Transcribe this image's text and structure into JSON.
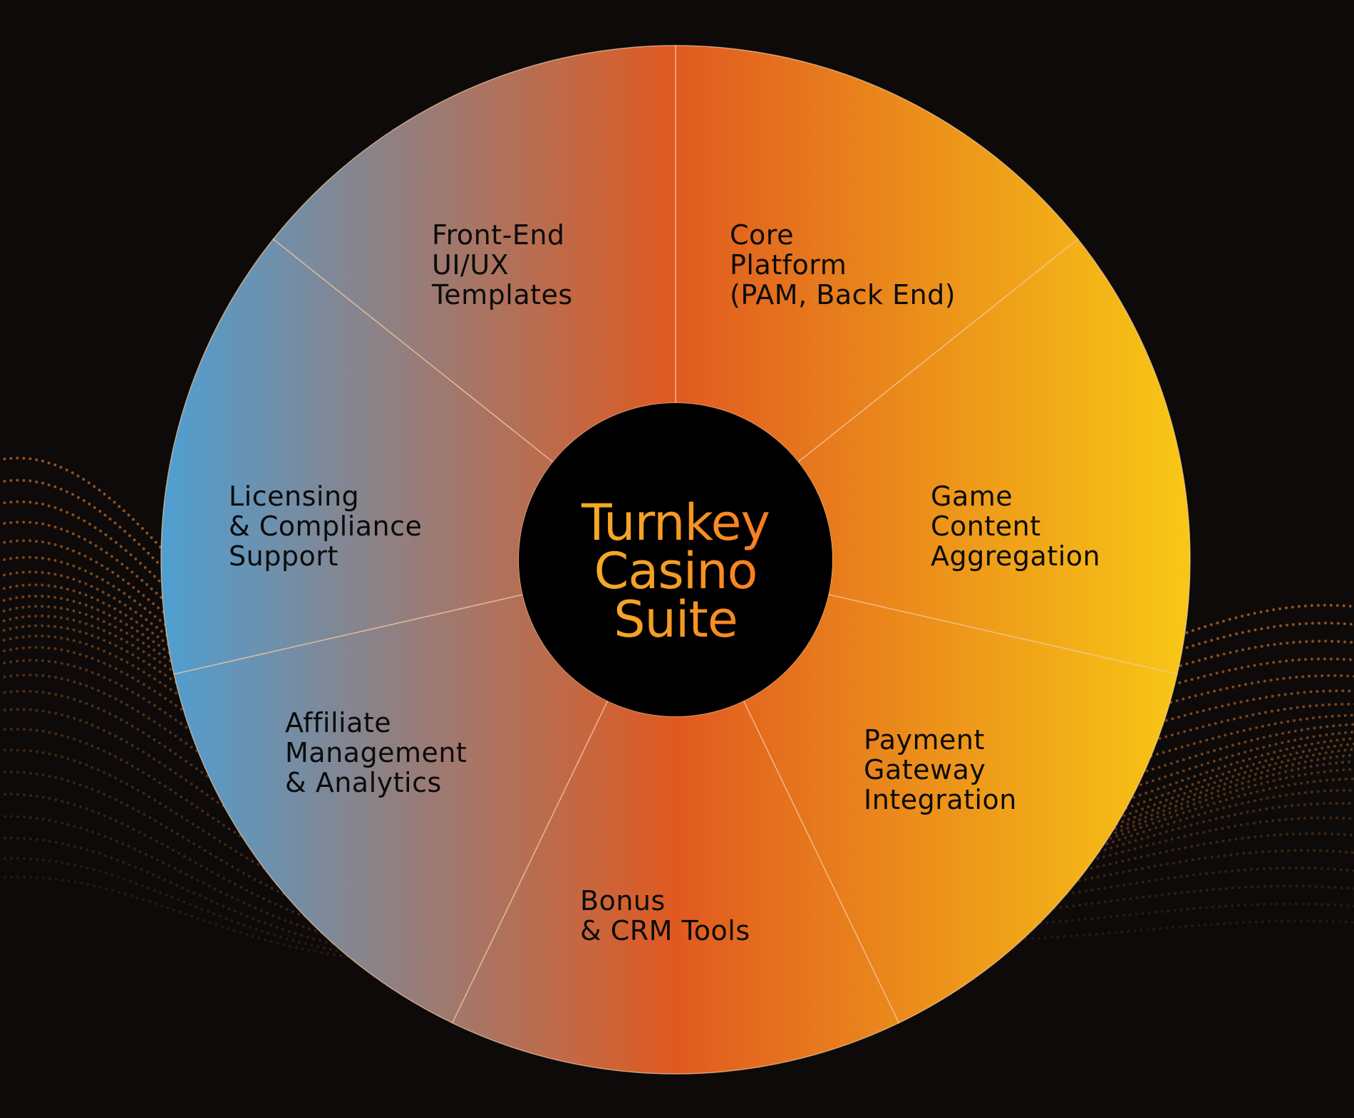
{
  "center": {
    "lines": [
      "Turnkey",
      "Casino",
      "Suite"
    ]
  },
  "segments": [
    {
      "id": "core-platform",
      "lines": [
        "Core",
        "Platform",
        "(PAM, Back End)"
      ]
    },
    {
      "id": "game-content",
      "lines": [
        "Game",
        "Content",
        "Aggregation"
      ]
    },
    {
      "id": "payment-gateway",
      "lines": [
        "Payment",
        "Gateway",
        "Integration"
      ]
    },
    {
      "id": "bonus-crm",
      "lines": [
        "Bonus",
        "& CRM Tools"
      ]
    },
    {
      "id": "affiliate-management",
      "lines": [
        "Affiliate",
        "Management",
        "& Analytics"
      ]
    },
    {
      "id": "licensing-compliance",
      "lines": [
        "Licensing",
        "& Compliance",
        "Support"
      ]
    },
    {
      "id": "front-end",
      "lines": [
        "Front-End",
        "UI/UX",
        "Templates"
      ]
    }
  ],
  "colors": {
    "background": "#0d0a09",
    "gradient_left": "#4f9fd2",
    "gradient_mid": "#e05a20",
    "gradient_right": "#f8c815",
    "hub": "#000000",
    "divider": "#f4c9a0",
    "wave": "#c06a2a"
  }
}
